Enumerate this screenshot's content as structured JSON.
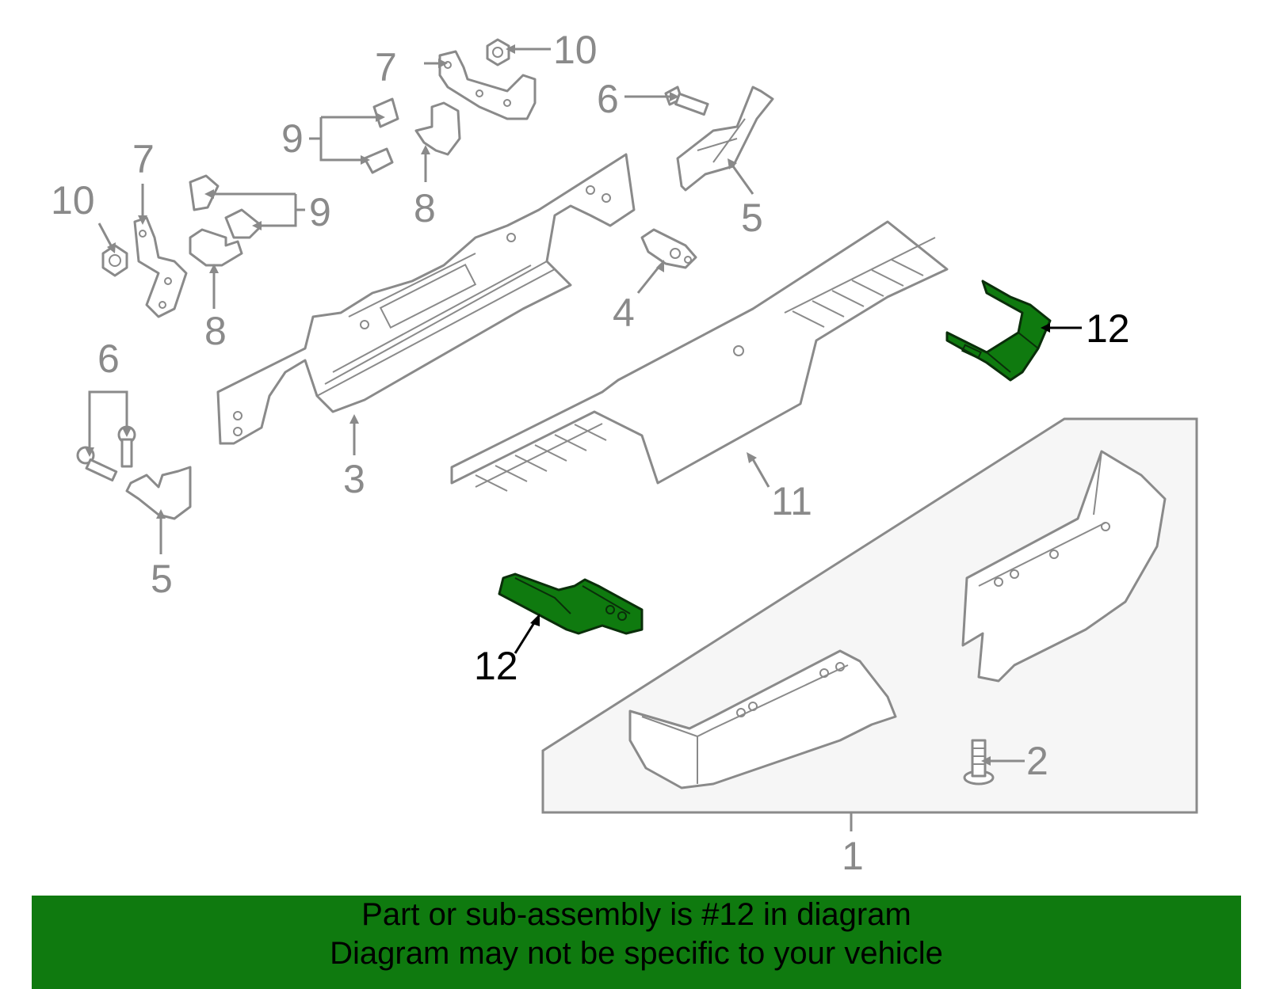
{
  "callouts": {
    "c1": "1",
    "c2": "2",
    "c3": "3",
    "c4": "4",
    "c5a": "5",
    "c5b": "5",
    "c6a": "6",
    "c6b": "6",
    "c7a": "7",
    "c7b": "7",
    "c8a": "8",
    "c8b": "8",
    "c9a": "9",
    "c9b": "9",
    "c10a": "10",
    "c10b": "10",
    "c11": "11",
    "c12a": "12",
    "c12b": "12"
  },
  "colors": {
    "highlight": "#0f7a0f",
    "line_art": "#8a8a8a",
    "highlight_label": "#000000"
  },
  "footer": {
    "line1": "Part or sub-assembly is #12 in diagram",
    "line2": "Diagram may not be specific to your vehicle"
  }
}
